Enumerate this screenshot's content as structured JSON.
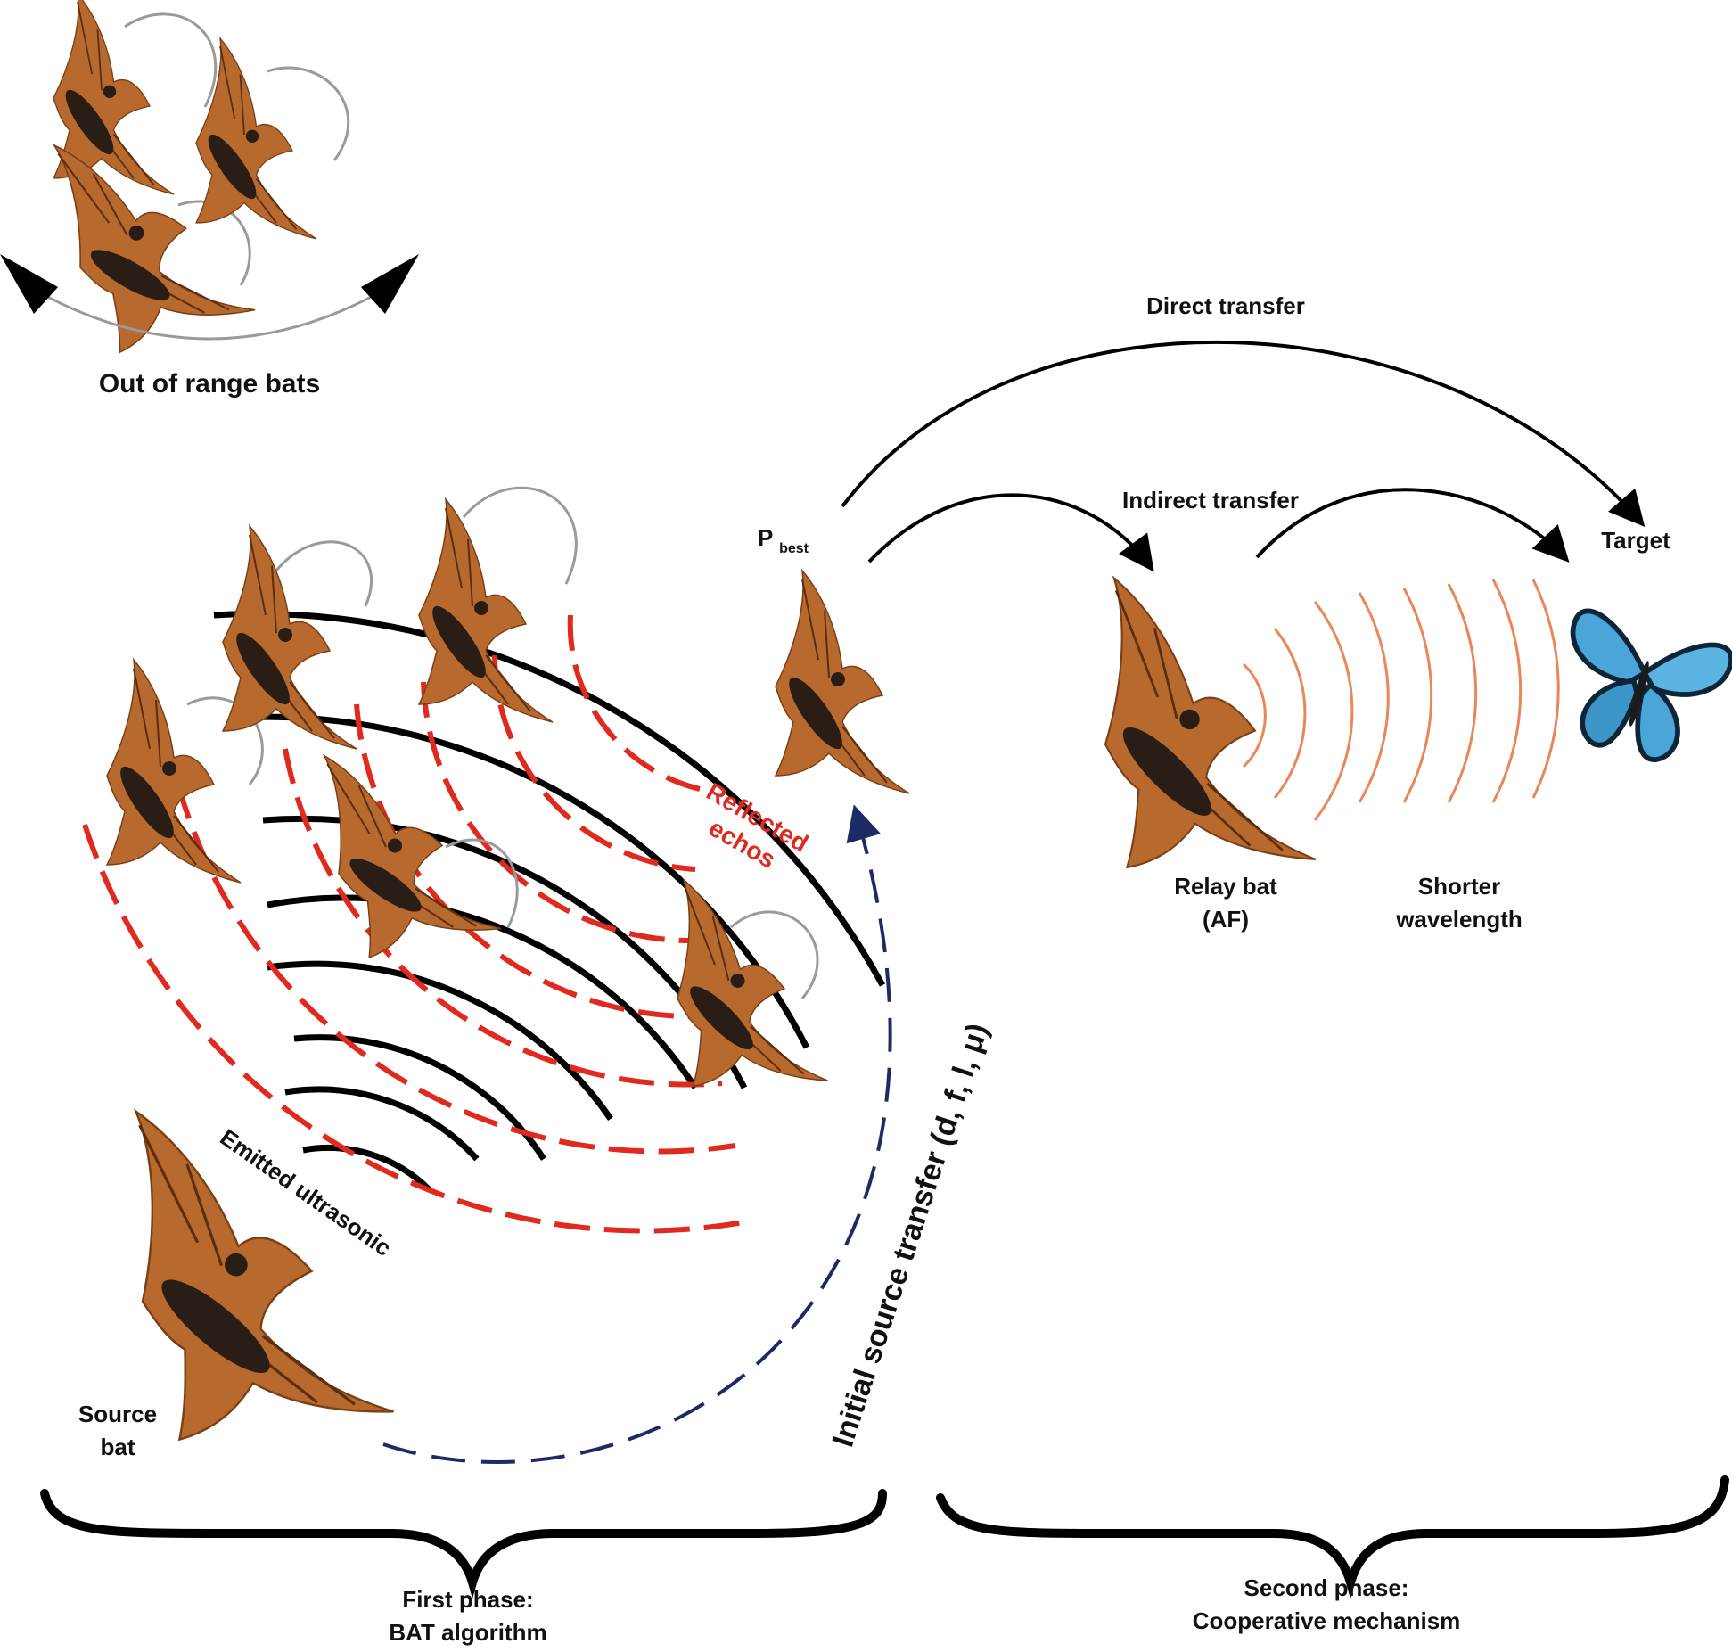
{
  "labels": {
    "out_of_range": "Out of range bats",
    "direct_transfer": "Direct transfer",
    "indirect_transfer": "Indirect transfer",
    "p_best_main": "P",
    "p_best_sub": "best",
    "target": "Target",
    "reflected_line1": "Reflected",
    "reflected_line2": "echos",
    "relay_line1": "Relay bat",
    "relay_line2": "(AF)",
    "shorter_line1": "Shorter",
    "shorter_line2": "wavelength",
    "emitted": "Emitted ultrasonic",
    "source_line1": "Source",
    "source_line2": "bat",
    "initial_transfer": "Initial source transfer (d, f, l, μ)",
    "first_phase_line1": "First phase:",
    "first_phase_line2": "BAT algorithm",
    "second_phase_line1": "Second phase:",
    "second_phase_line2": "Cooperative mechanism"
  },
  "colors": {
    "bat_wing": "#b86a2e",
    "bat_body": "#2a1d16",
    "echo_red": "#e02a1f",
    "emitted_black": "#000000",
    "transfer_blue": "#1c2a66",
    "butterfly_blue": "#4aa6d8",
    "wave_orange": "#e8875a",
    "loop_gray": "#9a9a9a"
  }
}
